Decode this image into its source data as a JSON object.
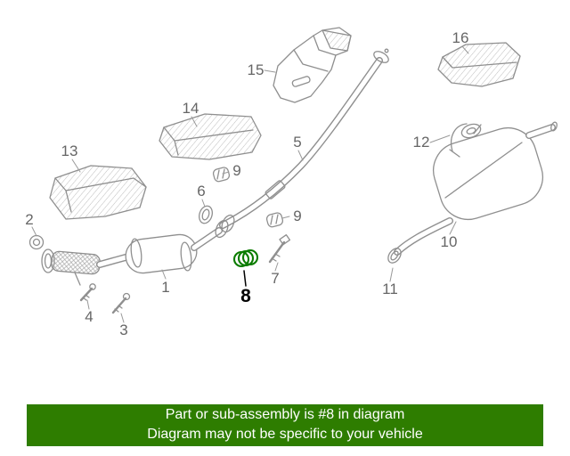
{
  "colors": {
    "line": "#8f8f8f",
    "label": "#666666",
    "highlight": "#0b7c00",
    "banner_bg": "#2e7d00",
    "banner_text": "#ffffff"
  },
  "callouts": {
    "c1": "1",
    "c2": "2",
    "c3": "3",
    "c4": "4",
    "c5": "5",
    "c6": "6",
    "c7": "7",
    "c8": "8",
    "c9a": "9",
    "c9b": "9",
    "c10": "10",
    "c11": "11",
    "c12": "12",
    "c13": "13",
    "c14": "14",
    "c15": "15",
    "c16": "16"
  },
  "highlighted_part": "8",
  "banner": {
    "line1": "Part or sub-assembly is #8 in diagram",
    "line2": "Diagram may not be specific to your vehicle"
  }
}
